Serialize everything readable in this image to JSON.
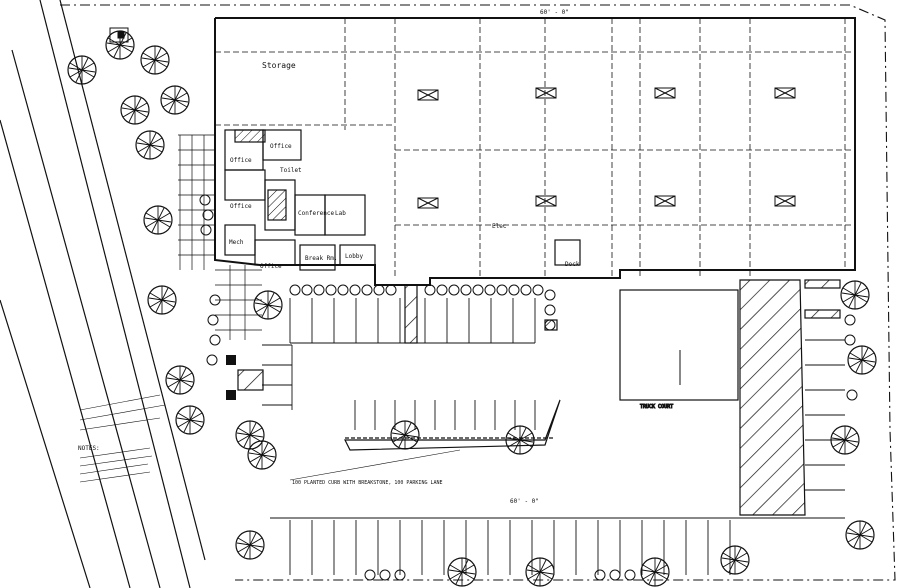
{
  "labels": {
    "storage": "Storage",
    "office1": "Office",
    "office2": "Office",
    "office3": "Office",
    "office4": "Office",
    "conference": "Conference",
    "lab": "Lab",
    "break_room": "Break Rm.",
    "lobby": "Lobby",
    "mech": "Mech",
    "elec": "Elec",
    "toilet": "Toilet",
    "dock": "Dock",
    "notes_title": "NOTES:"
  },
  "callouts": {
    "parking_note": "100 PLANTED CURB WITH BREAKSTONE, 100 PARKING LANE",
    "dim_top": "60' - 0\"",
    "dim_bottom": "60' - 0\"",
    "truck_court": "TRUCK COURT"
  }
}
